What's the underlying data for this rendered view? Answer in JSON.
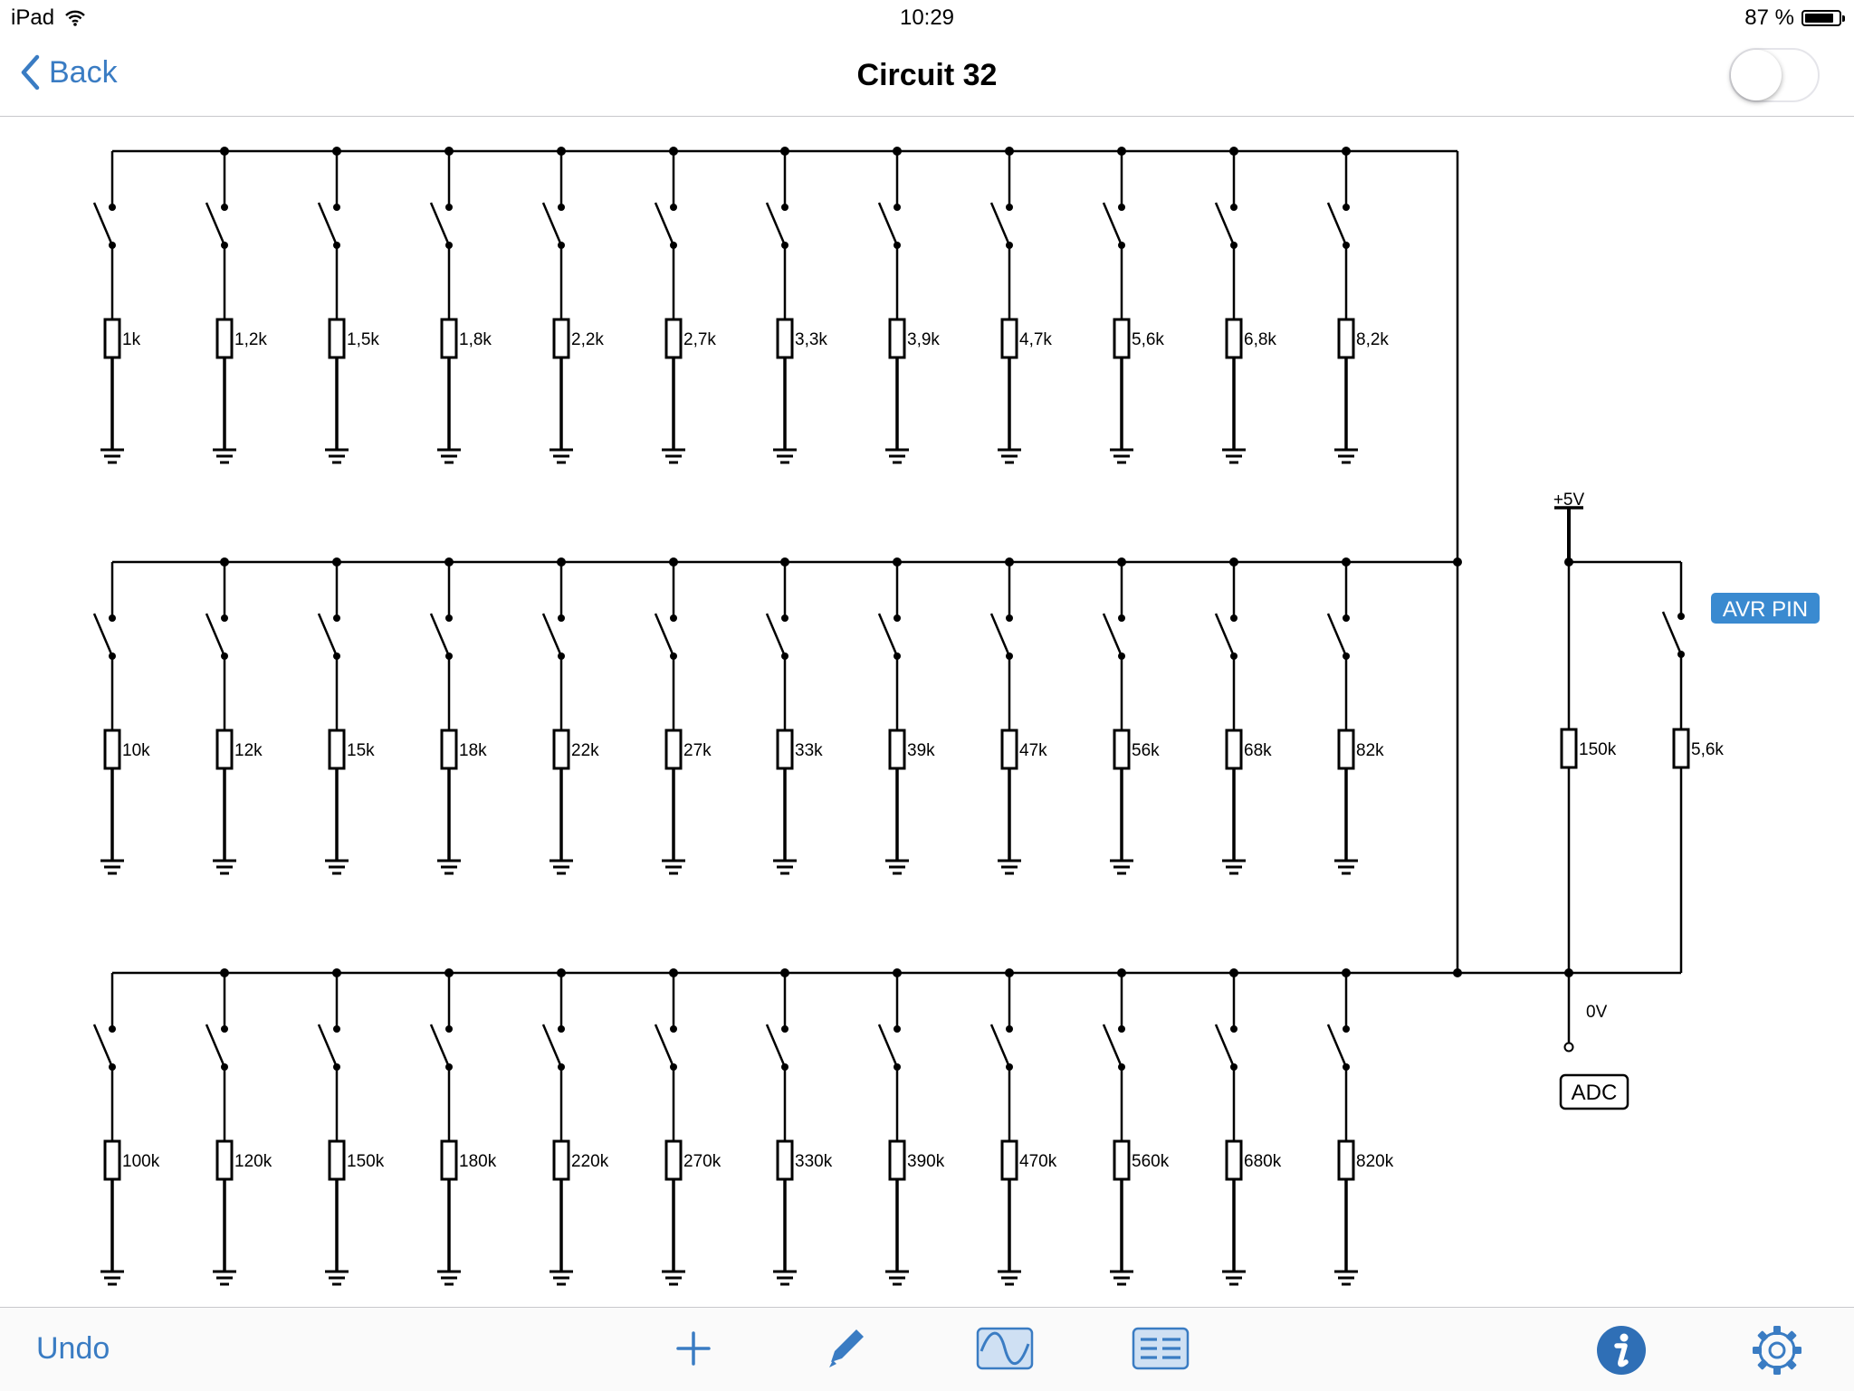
{
  "status_bar": {
    "device": "iPad",
    "time": "10:29",
    "battery_text": "87 %",
    "battery_level": 0.87
  },
  "nav": {
    "back_label": "Back",
    "title": "Circuit 32",
    "toggle_on": false
  },
  "circuit": {
    "rows": [
      [
        "1k",
        "1,2k",
        "1,5k",
        "1,8k",
        "2,2k",
        "2,7k",
        "3,3k",
        "3,9k",
        "4,7k",
        "5,6k",
        "6,8k",
        "8,2k"
      ],
      [
        "10k",
        "12k",
        "15k",
        "18k",
        "22k",
        "27k",
        "33k",
        "39k",
        "47k",
        "56k",
        "68k",
        "82k"
      ],
      [
        "100k",
        "120k",
        "150k",
        "180k",
        "220k",
        "270k",
        "330k",
        "390k",
        "470k",
        "560k",
        "680k",
        "820k"
      ]
    ],
    "supply_label": "+5V",
    "pullup_label": "150k",
    "avr_resistor_label": "5,6k",
    "avr_pin_label": "AVR PIN",
    "zero_volt_label": "0V",
    "adc_label": "ADC"
  },
  "toolbar": {
    "undo_label": "Undo",
    "icons": [
      "add-icon",
      "pencil-icon",
      "waveform-icon",
      "list-icon",
      "info-icon",
      "gear-icon"
    ]
  },
  "colors": {
    "accent": "#3a7cc3",
    "avr_pin_badge": "#3a8ad0",
    "wire": "#000000"
  }
}
